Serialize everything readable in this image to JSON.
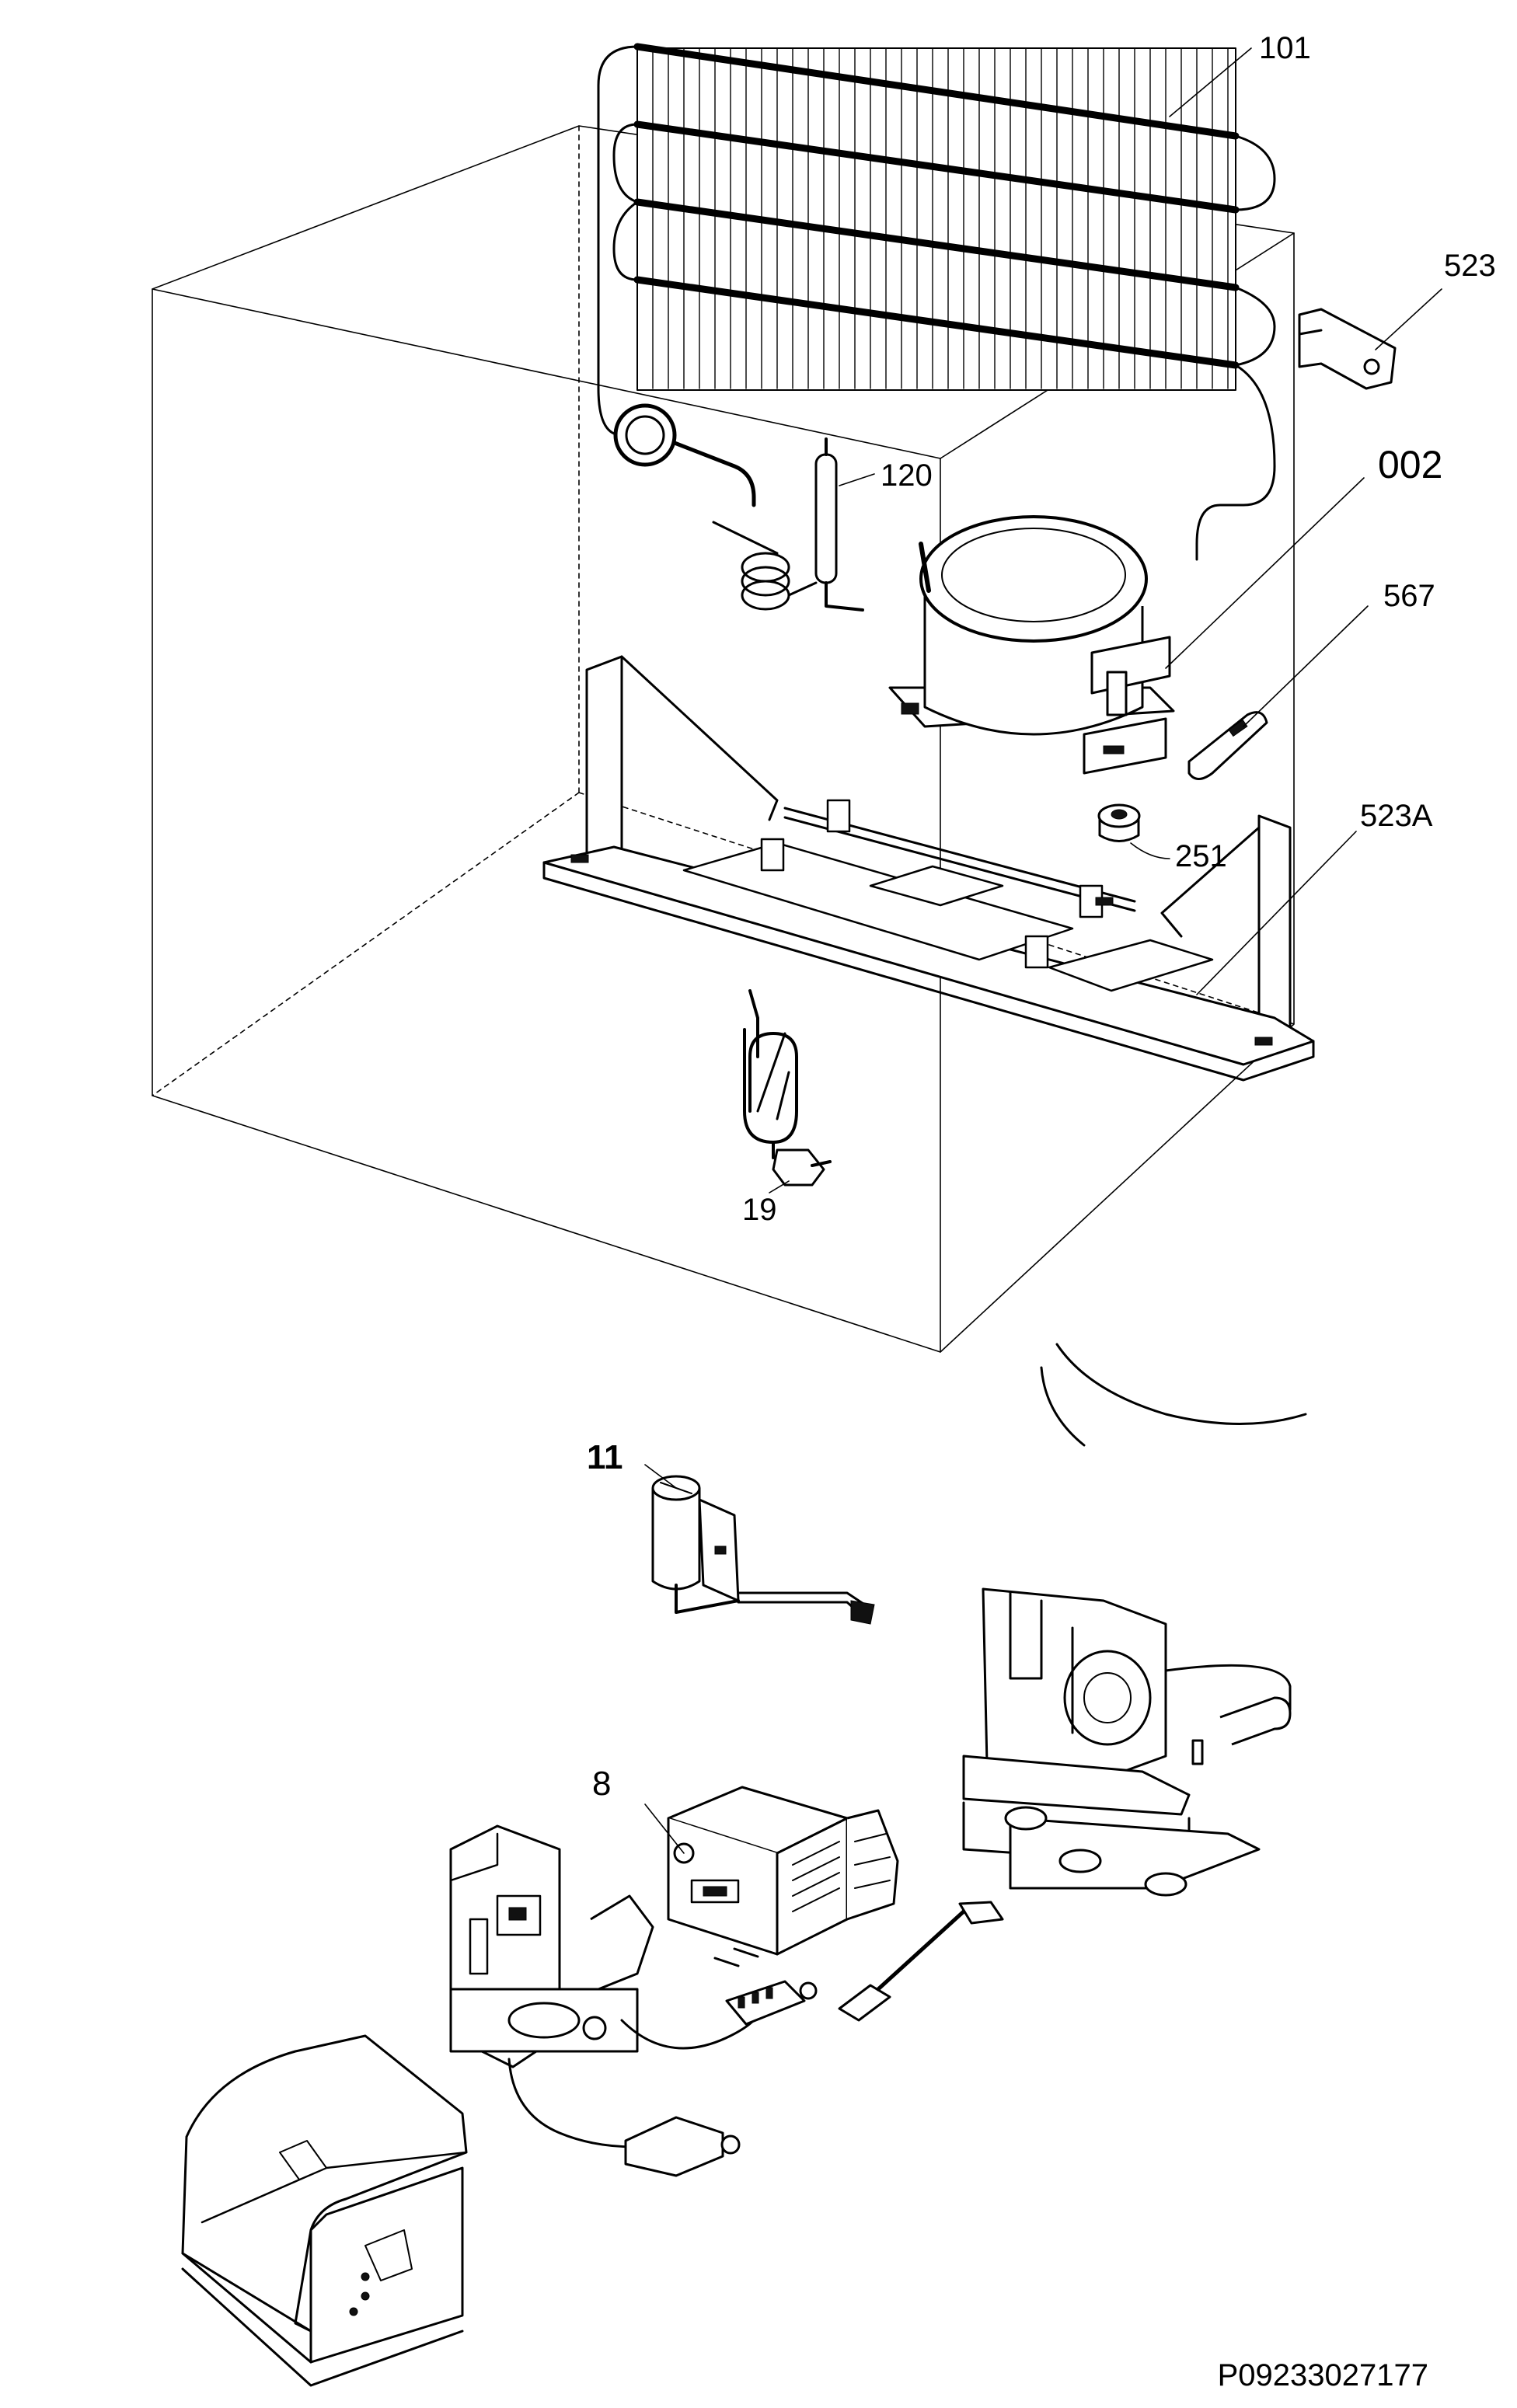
{
  "callouts": {
    "c101": "101",
    "c523": "523",
    "c120": "120",
    "c002": "002",
    "c567": "567",
    "c523A": "523A",
    "c251": "251",
    "c19": "19",
    "c11": "11",
    "c8": "8"
  },
  "footer": {
    "code": "P09233027177"
  }
}
